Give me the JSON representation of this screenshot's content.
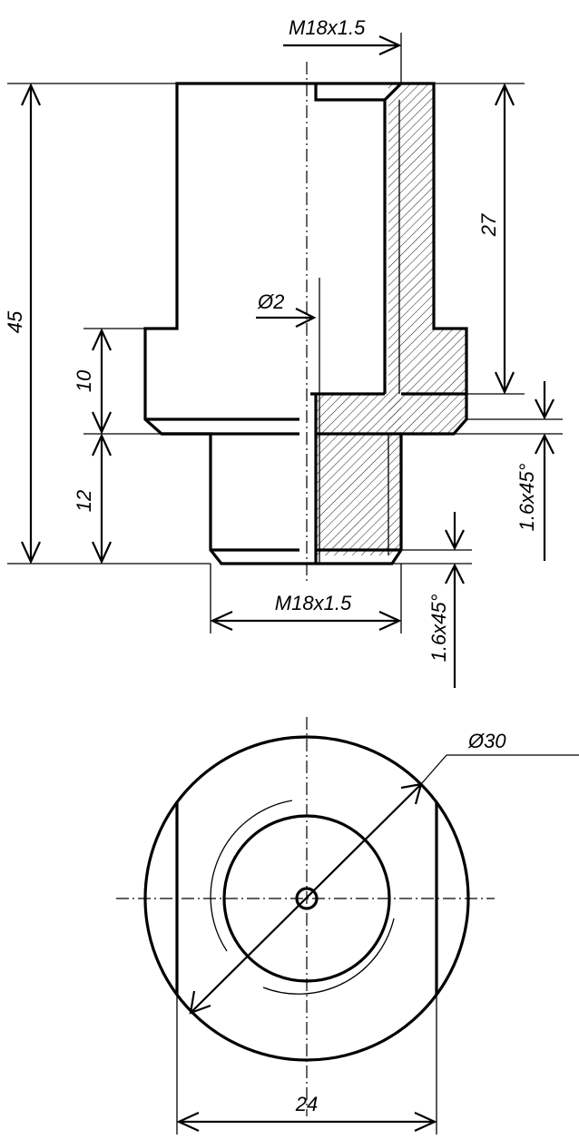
{
  "front_view": {
    "thread_top_label": "M18x1.5",
    "hole_diameter_label": "Ø2",
    "thread_bottom_label": "M18x1.5",
    "overall_height_label": "45",
    "collar_height_label": "10",
    "spigot_height_label": "12",
    "thread_depth_label": "27",
    "chamfer_upper_label": "1.6x45°",
    "chamfer_lower_label": "1.6x45°"
  },
  "end_view": {
    "outer_diameter_label": "Ø30",
    "flat_width_label": "24"
  }
}
